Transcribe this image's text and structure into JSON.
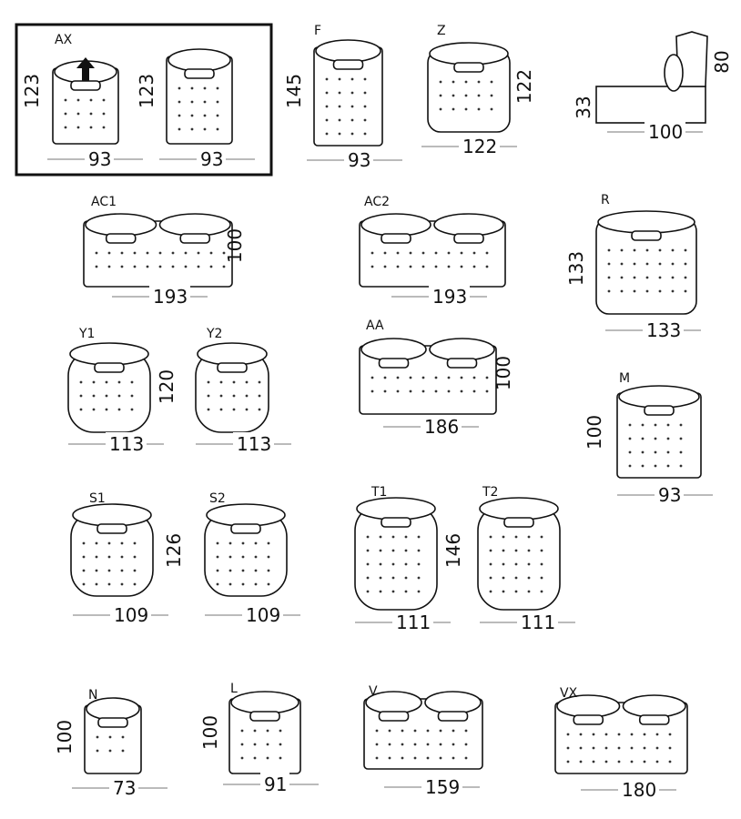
{
  "title": "Sofa module dimensions",
  "highlight_box": {
    "label": "AX"
  },
  "modules": [
    {
      "id": "ax1",
      "label": "AX",
      "width": "93",
      "depth": "123"
    },
    {
      "id": "ax2",
      "label": "",
      "width": "93",
      "depth": "123"
    },
    {
      "id": "f",
      "label": "F",
      "width": "93",
      "depth": "145"
    },
    {
      "id": "z",
      "label": "Z",
      "width": "122",
      "depth": "122"
    },
    {
      "id": "side",
      "label": "",
      "width": "100",
      "depth": "80",
      "seat_height": "33"
    },
    {
      "id": "ac1",
      "label": "AC1",
      "width": "193",
      "depth": "100"
    },
    {
      "id": "ac2",
      "label": "AC2",
      "width": "193",
      "depth": ""
    },
    {
      "id": "r",
      "label": "R",
      "width": "133",
      "depth": "133"
    },
    {
      "id": "y1",
      "label": "Y1",
      "width": "113",
      "depth": "120"
    },
    {
      "id": "y2",
      "label": "Y2",
      "width": "113",
      "depth": ""
    },
    {
      "id": "aa",
      "label": "AA",
      "width": "186",
      "depth": "100"
    },
    {
      "id": "m",
      "label": "M",
      "width": "93",
      "depth": "100"
    },
    {
      "id": "s1",
      "label": "S1",
      "width": "109",
      "depth": "126"
    },
    {
      "id": "s2",
      "label": "S2",
      "width": "109",
      "depth": ""
    },
    {
      "id": "t1",
      "label": "T1",
      "width": "111",
      "depth": "146"
    },
    {
      "id": "t2",
      "label": "T2",
      "width": "111",
      "depth": ""
    },
    {
      "id": "n",
      "label": "N",
      "width": "73",
      "depth": "100"
    },
    {
      "id": "l",
      "label": "L",
      "width": "91",
      "depth": "100"
    },
    {
      "id": "v",
      "label": "V",
      "width": "159",
      "depth": ""
    },
    {
      "id": "vx",
      "label": "VX",
      "width": "180",
      "depth": ""
    }
  ]
}
